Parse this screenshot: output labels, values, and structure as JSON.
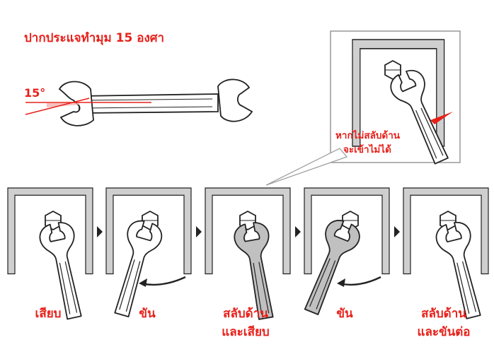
{
  "title": "ปากประแจทำมุม 15 องศา",
  "angle_label": "15°",
  "callout": {
    "line1": "หากไม่สลับด้าน",
    "line2": "จะเข้าไม่ได้"
  },
  "steps": [
    {
      "label": "เสียบ"
    },
    {
      "label": "ขัน"
    },
    {
      "label": "สลับด้าน",
      "label2": "และเสียบ"
    },
    {
      "label": "ขัน"
    },
    {
      "label": "สลับด้าน",
      "label2": "และขันต่อ"
    }
  ],
  "colors": {
    "accent": "#e8201a",
    "frame": "#cfcfcf",
    "wrench_fill": "#ffffff",
    "wrench_flipped_fill": "#c0c0c0",
    "outline": "#222222"
  }
}
